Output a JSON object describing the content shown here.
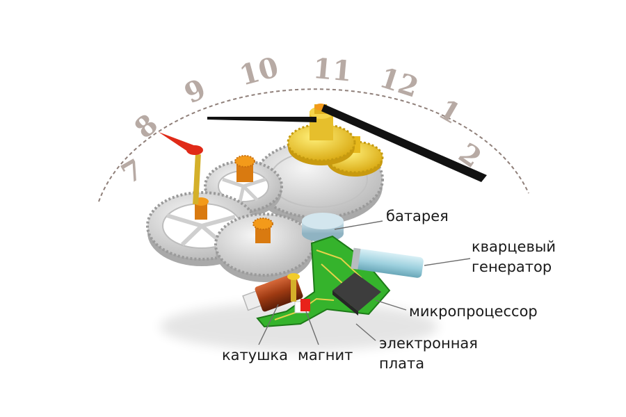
{
  "dial": {
    "numerals": [
      "7",
      "8",
      "9",
      "10",
      "11",
      "12",
      "1",
      "2"
    ]
  },
  "labels": {
    "battery": "батарея",
    "quartz_line1": "кварцевый",
    "quartz_line2": "генератор",
    "microprocessor": "микропроцессор",
    "board_line1": "электронная",
    "board_line2": "плата",
    "coil": "катушка",
    "magnet": "магнит"
  },
  "colors": {
    "dial_dash": "#8f7f79",
    "numerals": "#b7aaa4",
    "gear_gray": "#d8d8d8",
    "gear_gold": "#f2cc2a",
    "pinion_orange": "#f39a1a",
    "second_hand": "#e02a18",
    "board_green": "#35b32c",
    "crystal_blue": "#9dd0de",
    "coil_copper": "#9e3a12",
    "magnet_red": "#e8221a"
  }
}
